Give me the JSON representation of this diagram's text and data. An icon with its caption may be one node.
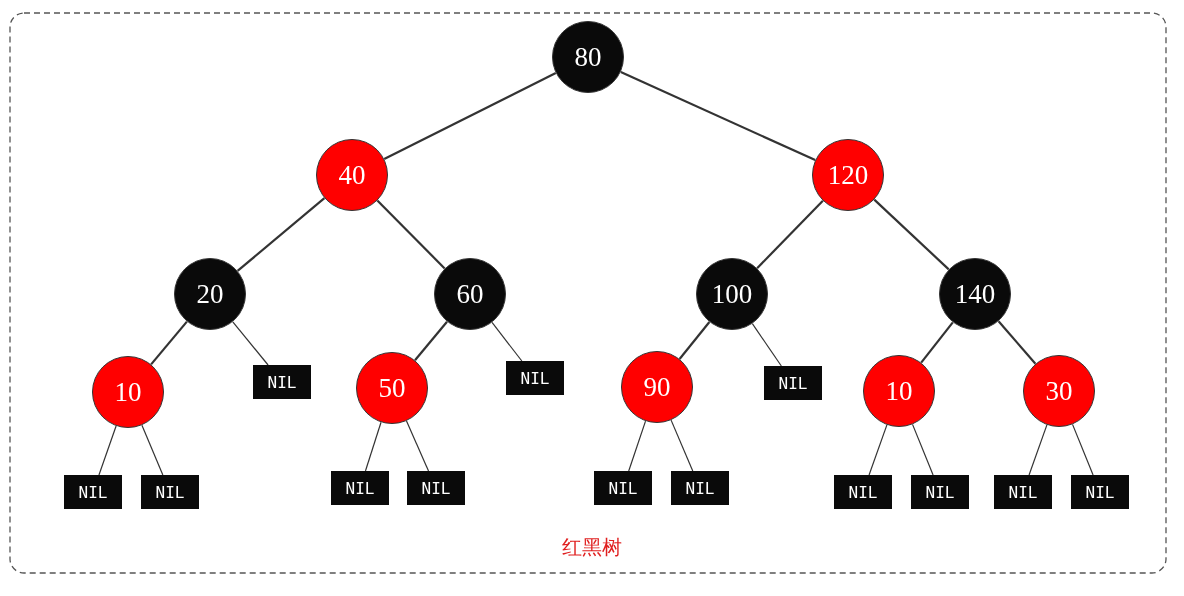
{
  "diagram": {
    "caption": "红黑树",
    "nodes": [
      {
        "text": [
          "80"
        ]
      },
      {
        "text": [
          "40"
        ]
      },
      {
        "text": [
          "120"
        ]
      },
      {
        "text": [
          "20"
        ]
      },
      {
        "text": [
          "60"
        ]
      },
      {
        "text": [
          "100"
        ]
      },
      {
        "text": [
          "140"
        ]
      },
      {
        "text": [
          "10"
        ]
      },
      {
        "text": [
          "NIL"
        ]
      },
      {
        "text": [
          "50"
        ]
      },
      {
        "text": [
          "NIL"
        ]
      },
      {
        "text": [
          "90"
        ]
      },
      {
        "text": [
          "NIL"
        ]
      },
      {
        "text": [
          "10"
        ]
      },
      {
        "text": [
          "30"
        ]
      },
      {
        "text": [
          "NIL"
        ]
      },
      {
        "text": [
          "NIL"
        ]
      },
      {
        "text": [
          "NIL"
        ]
      },
      {
        "text": [
          "NIL"
        ]
      },
      {
        "text": [
          "NIL"
        ]
      },
      {
        "text": [
          "NIL"
        ]
      },
      {
        "text": [
          "NIL"
        ]
      },
      {
        "text": [
          "NIL"
        ]
      },
      {
        "text": [
          "NIL"
        ]
      },
      {
        "text": [
          "NIL"
        ]
      }
    ],
    "edges": [
      {
        "from": 0,
        "to": 1,
        "arrow": "none"
      },
      {
        "from": 0,
        "to": 2,
        "arrow": "none"
      },
      {
        "from": 1,
        "to": 3,
        "arrow": "none"
      },
      {
        "from": 1,
        "to": 4,
        "arrow": "none"
      },
      {
        "from": 2,
        "to": 5,
        "arrow": "none"
      },
      {
        "from": 2,
        "to": 6,
        "arrow": "none"
      },
      {
        "from": 3,
        "to": 7,
        "arrow": "none"
      },
      {
        "from": 3,
        "to": 8,
        "arrow": "none"
      },
      {
        "from": 4,
        "to": 9,
        "arrow": "none"
      },
      {
        "from": 4,
        "to": 10,
        "arrow": "none"
      },
      {
        "from": 5,
        "to": 11,
        "arrow": "none"
      },
      {
        "from": 5,
        "to": 12,
        "arrow": "none"
      },
      {
        "from": 6,
        "to": 13,
        "arrow": "none"
      },
      {
        "from": 6,
        "to": 14,
        "arrow": "none"
      },
      {
        "from": 7,
        "to": 15,
        "arrow": "none"
      },
      {
        "from": 7,
        "to": 16,
        "arrow": "none"
      },
      {
        "from": 9,
        "to": 17,
        "arrow": "none"
      },
      {
        "from": 9,
        "to": 18,
        "arrow": "none"
      },
      {
        "from": 11,
        "to": 19,
        "arrow": "none"
      },
      {
        "from": 11,
        "to": 20,
        "arrow": "none"
      },
      {
        "from": 13,
        "to": 21,
        "arrow": "none"
      },
      {
        "from": 13,
        "to": 22,
        "arrow": "none"
      },
      {
        "from": 14,
        "to": 23,
        "arrow": "none"
      },
      {
        "from": 14,
        "to": 24,
        "arrow": "none"
      }
    ]
  }
}
